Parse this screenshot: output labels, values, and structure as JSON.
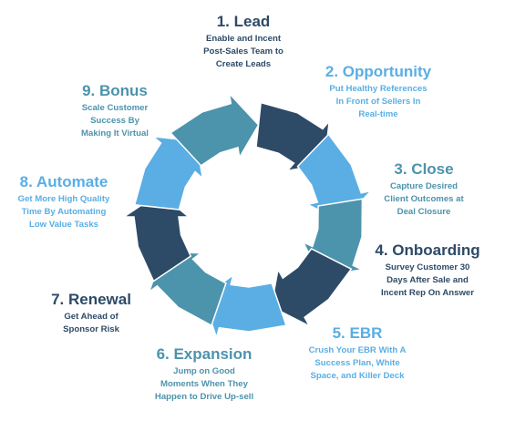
{
  "colors": {
    "navy": "#2d4a67",
    "teal": "#4c93ac",
    "sky": "#5aaee3"
  },
  "steps": [
    {
      "title": "1. Lead",
      "lines": [
        "Enable and Incent",
        "Post-Sales Team to",
        "Create Leads"
      ],
      "color": "navy",
      "title_color": "#2d4a67",
      "desc_color": "#2d4a67"
    },
    {
      "title": "2. Opportunity",
      "lines": [
        "Put Healthy References",
        "In Front of Sellers In",
        "Real-time"
      ],
      "color": "sky",
      "title_color": "#5aaee3",
      "desc_color": "#5aaee3"
    },
    {
      "title": "3. Close",
      "lines": [
        "Capture Desired",
        "Client Outcomes at",
        "Deal Closure"
      ],
      "color": "teal",
      "title_color": "#4c93ac",
      "desc_color": "#4c93ac"
    },
    {
      "title": "4. Onboarding",
      "lines": [
        "Survey Customer 30",
        "Days After Sale and",
        "Incent Rep On Answer"
      ],
      "color": "navy",
      "title_color": "#2d4a67",
      "desc_color": "#2d4a67"
    },
    {
      "title": "5. EBR",
      "lines": [
        "Crush Your EBR With A",
        "Success Plan, White",
        "Space, and Killer Deck"
      ],
      "color": "sky",
      "title_color": "#5aaee3",
      "desc_color": "#5aaee3"
    },
    {
      "title": "6. Expansion",
      "lines": [
        "Jump on Good",
        "Moments When They",
        "Happen to Drive Up-sell"
      ],
      "color": "teal",
      "title_color": "#4c93ac",
      "desc_color": "#4c93ac"
    },
    {
      "title": "7. Renewal",
      "lines": [
        "Get Ahead of",
        "Sponsor Risk"
      ],
      "color": "navy",
      "title_color": "#2d4a67",
      "desc_color": "#2d4a67"
    },
    {
      "title": "8. Automate",
      "lines": [
        "Get More High Quality",
        "Time By Automating",
        "Low Value Tasks"
      ],
      "color": "sky",
      "title_color": "#5aaee3",
      "desc_color": "#5aaee3"
    },
    {
      "title": "9. Bonus",
      "lines": [
        "Scale Customer",
        "Success By",
        "Making It Virtual"
      ],
      "color": "teal",
      "title_color": "#4c93ac",
      "desc_color": "#4c93ac"
    }
  ]
}
